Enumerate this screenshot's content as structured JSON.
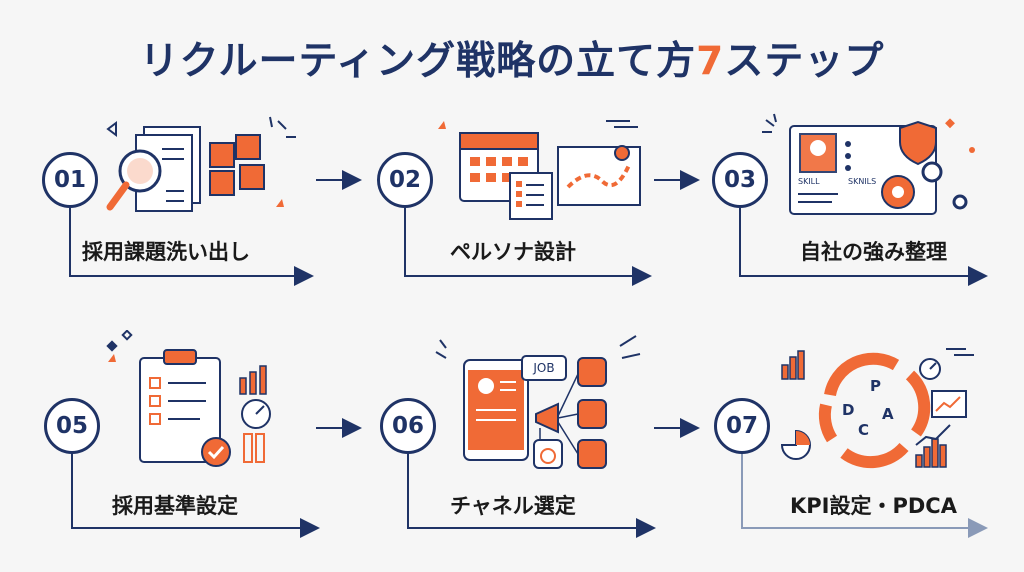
{
  "title": {
    "main": "リクルーティング戦略の立て方",
    "number": "7",
    "suffix": "ステップ"
  },
  "steps": [
    {
      "number": "01",
      "label": "採用課題洗い出し"
    },
    {
      "number": "02",
      "label": "ペルソナ設計"
    },
    {
      "number": "03",
      "label": "自社の強み整理"
    },
    {
      "number": "05",
      "label": "採用基準設定"
    },
    {
      "number": "06",
      "label": "チャネル選定"
    },
    {
      "number": "07",
      "label": "KPI設定・PDCA"
    }
  ],
  "icons": {
    "step3_skill": "SKILL",
    "step3_skills": "SKNILS",
    "step6_job": "JOB",
    "pdca": [
      "P",
      "D",
      "C",
      "A"
    ]
  },
  "colors": {
    "navy": "#1f3366",
    "orange": "#f06a36",
    "text": "#1a1a1a"
  }
}
